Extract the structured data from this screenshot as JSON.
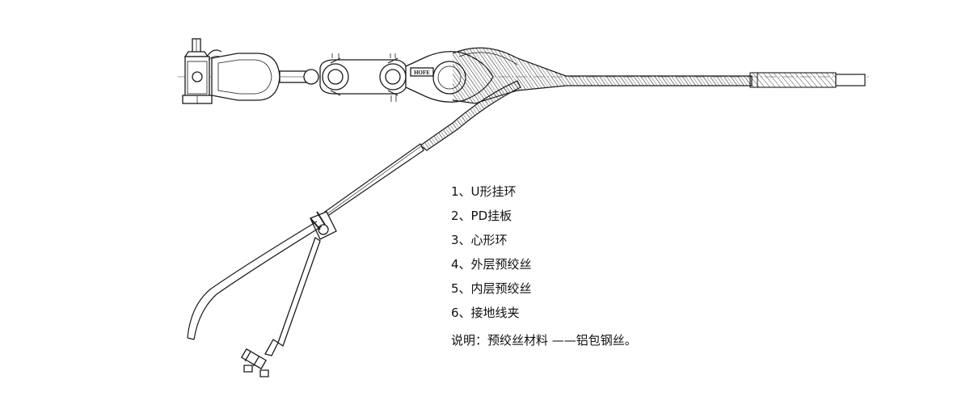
{
  "legend": {
    "items": [
      "1、U形挂环",
      "2、PD挂板",
      "3、心形环",
      "4、外层预绞丝",
      "5、内层预绞丝",
      "6、接地线夹"
    ],
    "note": "说明：预绞丝材料 ——铝包钢丝。"
  },
  "diagram": {
    "plate_marking": "HOFE"
  },
  "colors": {
    "line": "#1a1a1a",
    "background": "#ffffff"
  }
}
